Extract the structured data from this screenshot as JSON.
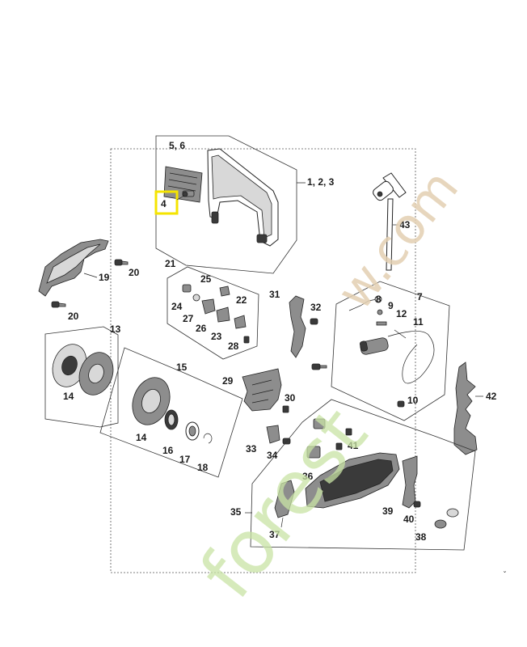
{
  "watermark": {
    "main": "forest",
    "tail": "w.com"
  },
  "highlight_color": "#f5e400",
  "corner_mark": "ˇ",
  "labels": {
    "p1_2_3": "1, 2, 3",
    "p4": "4",
    "p5_6": "5, 6",
    "p7": "7",
    "p8": "8",
    "p9": "9",
    "p10": "10",
    "p11": "11",
    "p12": "12",
    "p13": "13",
    "p14a": "14",
    "p14b": "14",
    "p15": "15",
    "p16": "16",
    "p17": "17",
    "p18": "18",
    "p19": "19",
    "p20a": "20",
    "p20b": "20",
    "p21": "21",
    "p22": "22",
    "p23": "23",
    "p24": "24",
    "p25": "25",
    "p26": "26",
    "p27": "27",
    "p28": "28",
    "p29": "29",
    "p30": "30",
    "p31": "31",
    "p32": "32",
    "p33": "33",
    "p34": "34",
    "p35": "35",
    "p36": "36",
    "p37": "37",
    "p38": "38",
    "p39": "39",
    "p40": "40",
    "p41": "41",
    "p42": "42",
    "p43": "43"
  }
}
